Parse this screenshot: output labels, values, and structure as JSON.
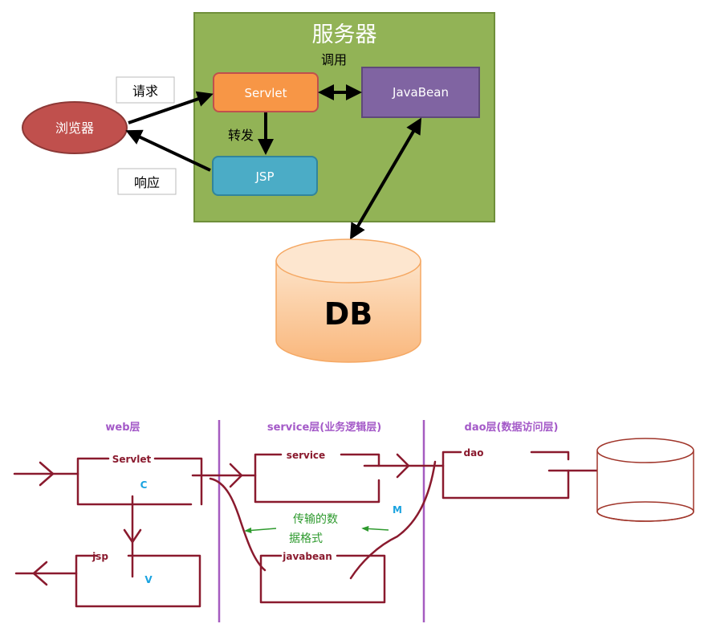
{
  "top": {
    "server_title": "服务器",
    "call_label": "调用",
    "forward_label": "转发",
    "request_label": "请求",
    "response_label": "响应",
    "browser": "浏览器",
    "servlet": "Servlet",
    "javabean": "JavaBean",
    "jsp": "JSP",
    "db": "DB",
    "colors": {
      "server_bg": "#92b356",
      "servlet": "#f79646",
      "javabean": "#8064a2",
      "jsp": "#4bacc6",
      "browser": "#c0504d",
      "db": "#fbc898"
    }
  },
  "bottom": {
    "web_layer": "web层",
    "service_layer": "service层(业务逻辑层)",
    "dao_layer": "dao层(数据访问层)",
    "servlet": "Servlet",
    "service": "service",
    "dao": "dao",
    "jsp": "jsp",
    "javabean": "javabean",
    "c_marker": "C",
    "v_marker": "V",
    "m_marker": "M",
    "data_format_line1": "传输的数",
    "data_format_line2": "据格式",
    "colors": {
      "line": "#8a1a2e",
      "layer_title": "#a45ac8",
      "divider": "#a55cc0",
      "marker": "#1aa3e0",
      "note": "#2e9a2e",
      "db_line": "#a0352a"
    }
  }
}
